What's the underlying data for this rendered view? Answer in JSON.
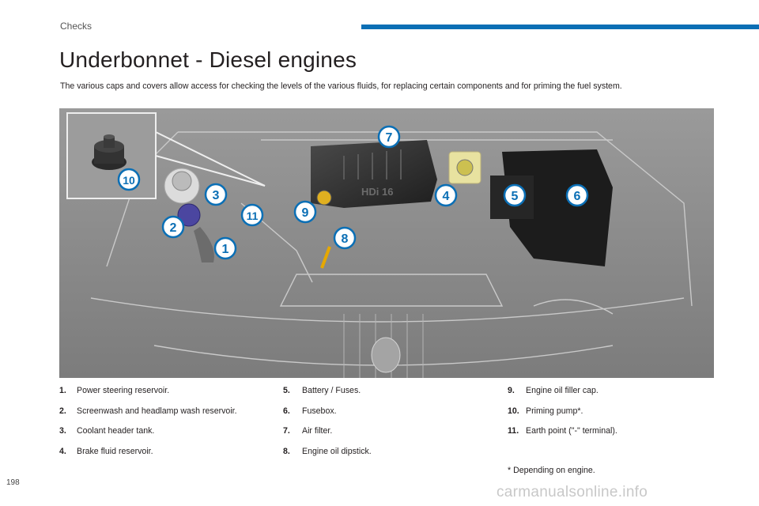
{
  "header": {
    "section": "Checks"
  },
  "title": "Underbonnet - Diesel engines",
  "intro": "The various caps and covers allow access for checking the levels of the various fluids, for replacing certain components and for priming the fuel system.",
  "figure": {
    "callouts": [
      "1",
      "2",
      "3",
      "4",
      "5",
      "6",
      "7",
      "8",
      "9",
      "10",
      "11"
    ],
    "cover_text": "HDi 16"
  },
  "legend": {
    "col1": [
      {
        "num": "1.",
        "text": "Power steering reservoir."
      },
      {
        "num": "2.",
        "text": "Screenwash and headlamp wash reservoir."
      },
      {
        "num": "3.",
        "text": "Coolant header tank."
      },
      {
        "num": "4.",
        "text": "Brake fluid reservoir."
      }
    ],
    "col2": [
      {
        "num": "5.",
        "text": "Battery / Fuses."
      },
      {
        "num": "6.",
        "text": "Fusebox."
      },
      {
        "num": "7.",
        "text": "Air filter."
      },
      {
        "num": "8.",
        "text": "Engine oil dipstick."
      }
    ],
    "col3": [
      {
        "num": "9.",
        "text": "Engine oil filler cap."
      },
      {
        "num": "10.",
        "text": "Priming pump*."
      },
      {
        "num": "11.",
        "text": "Earth point (\"-\" terminal)."
      }
    ]
  },
  "footnote": "* Depending on engine.",
  "page_number": "198",
  "watermark": "carmanualsonline.info",
  "colors": {
    "accent": "#0b6fb5",
    "callout_fill": "#ffffff",
    "callout_text": "#0b6fb5"
  }
}
